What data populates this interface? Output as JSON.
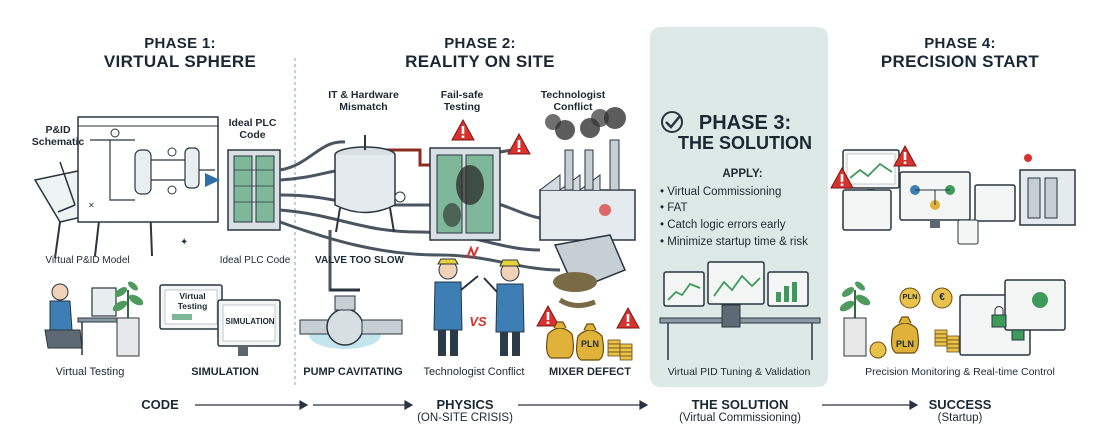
{
  "phases": {
    "p1": {
      "line1": "PHASE 1:",
      "line2": "VIRTUAL SPHERE"
    },
    "p2": {
      "line1": "PHASE 2:",
      "line2": "REALITY ON SITE"
    },
    "p3": {
      "line1": "PHASE 3:",
      "line2": "THE SOLUTION"
    },
    "p4": {
      "line1": "PHASE 4:",
      "line2": "PRECISION START"
    }
  },
  "labels": {
    "pid_schematic": "P&ID Schematic",
    "ideal_plc_code_top": "Ideal PLC Code",
    "it_hardware": "IT & Hardware Mismatch",
    "failsafe": "Fail-safe Testing",
    "technologist_top": "Technologist Conflict",
    "virtual_pid_model": "Virtual P&ID Model",
    "ideal_plc_code_bottom": "Ideal PLC Code",
    "valve_too_slow": "VALVE TOO SLOW",
    "virtual_testing_screen": "Virtual Testing",
    "simulation_screen": "SIMULATION",
    "vs": "VS",
    "pln_1": "PLN",
    "pln_2": "PLN",
    "pln_3": "PLN",
    "euro": "€"
  },
  "captions": {
    "virtual_testing": "Virtual Testing",
    "simulation": "SIMULATION",
    "pump_cavitating": "PUMP CAVITATING",
    "technologist_conflict": "Technologist Conflict",
    "mixer_defect": "MIXER DEFECT",
    "pid_tuning": "Virtual PID Tuning & Validation",
    "precision_monitoring": "Precision Monitoring & Real-time Control"
  },
  "solution": {
    "apply_heading": "APPLY:",
    "items": [
      "Virtual Commissioning",
      "FAT",
      "Catch logic errors early",
      "Minimize startup time & risk"
    ]
  },
  "flow": {
    "code": "CODE",
    "physics": "PHYSICS",
    "physics_sub": "(ON-SITE CRISIS)",
    "solution": "THE SOLUTION",
    "solution_sub": "(Virtual Commissioning)",
    "success": "SUCCESS",
    "success_sub": "(Startup)"
  },
  "colors": {
    "solution_panel": "#dde9e6",
    "warning_red": "#d8322e",
    "plc_green": "#7fb79a",
    "chart_green": "#3d9a5a",
    "gold": "#e0b23a",
    "water_blue": "#8fd0e0"
  }
}
